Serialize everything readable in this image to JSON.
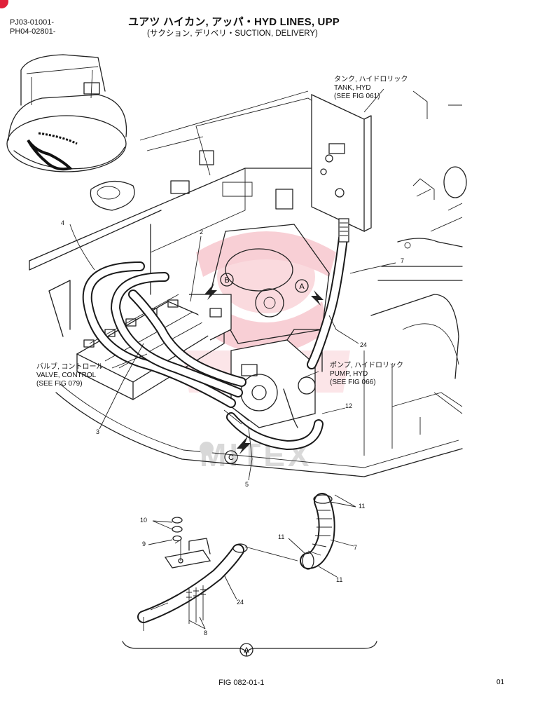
{
  "header": {
    "code_line1": "PJ03-01001-",
    "code_line2": "PH04-02801-",
    "title_line1": "ユアツ ハイカン, アッパ・HYD LINES, UPP",
    "title_line2": "(サクション, デリベリ・SUCTION, DELIVERY)"
  },
  "labels": {
    "tank": [
      "タンク, ハイドロリック",
      "TANK, HYD",
      "(SEE FIG 061)"
    ],
    "valve": [
      "バルブ, コントロール",
      "VALVE, CONTROL",
      "(SEE FIG 079)"
    ],
    "pump": [
      "ポンプ, ハイドロリック",
      "PUMP, HYD",
      "(SEE FIG 066)"
    ]
  },
  "callouts": {
    "n2": "2",
    "n3": "3",
    "n4": "4",
    "n5": "5",
    "n7a": "7",
    "n7b": "7",
    "n8": "8",
    "n9": "9",
    "n10": "10",
    "n11a": "11",
    "n11b": "11",
    "n11c": "11",
    "n12": "12",
    "n24a": "24",
    "n24b": "24"
  },
  "views": {
    "a": "A",
    "a_detail": "A",
    "b": "B",
    "c": "C"
  },
  "watermark": "MITEX",
  "footer": {
    "figure": "FIG 082-01-1",
    "page": "01"
  },
  "colors": {
    "watermark": "#f2a6b0",
    "line": "#222222",
    "corner_mark": "#e0203a"
  }
}
